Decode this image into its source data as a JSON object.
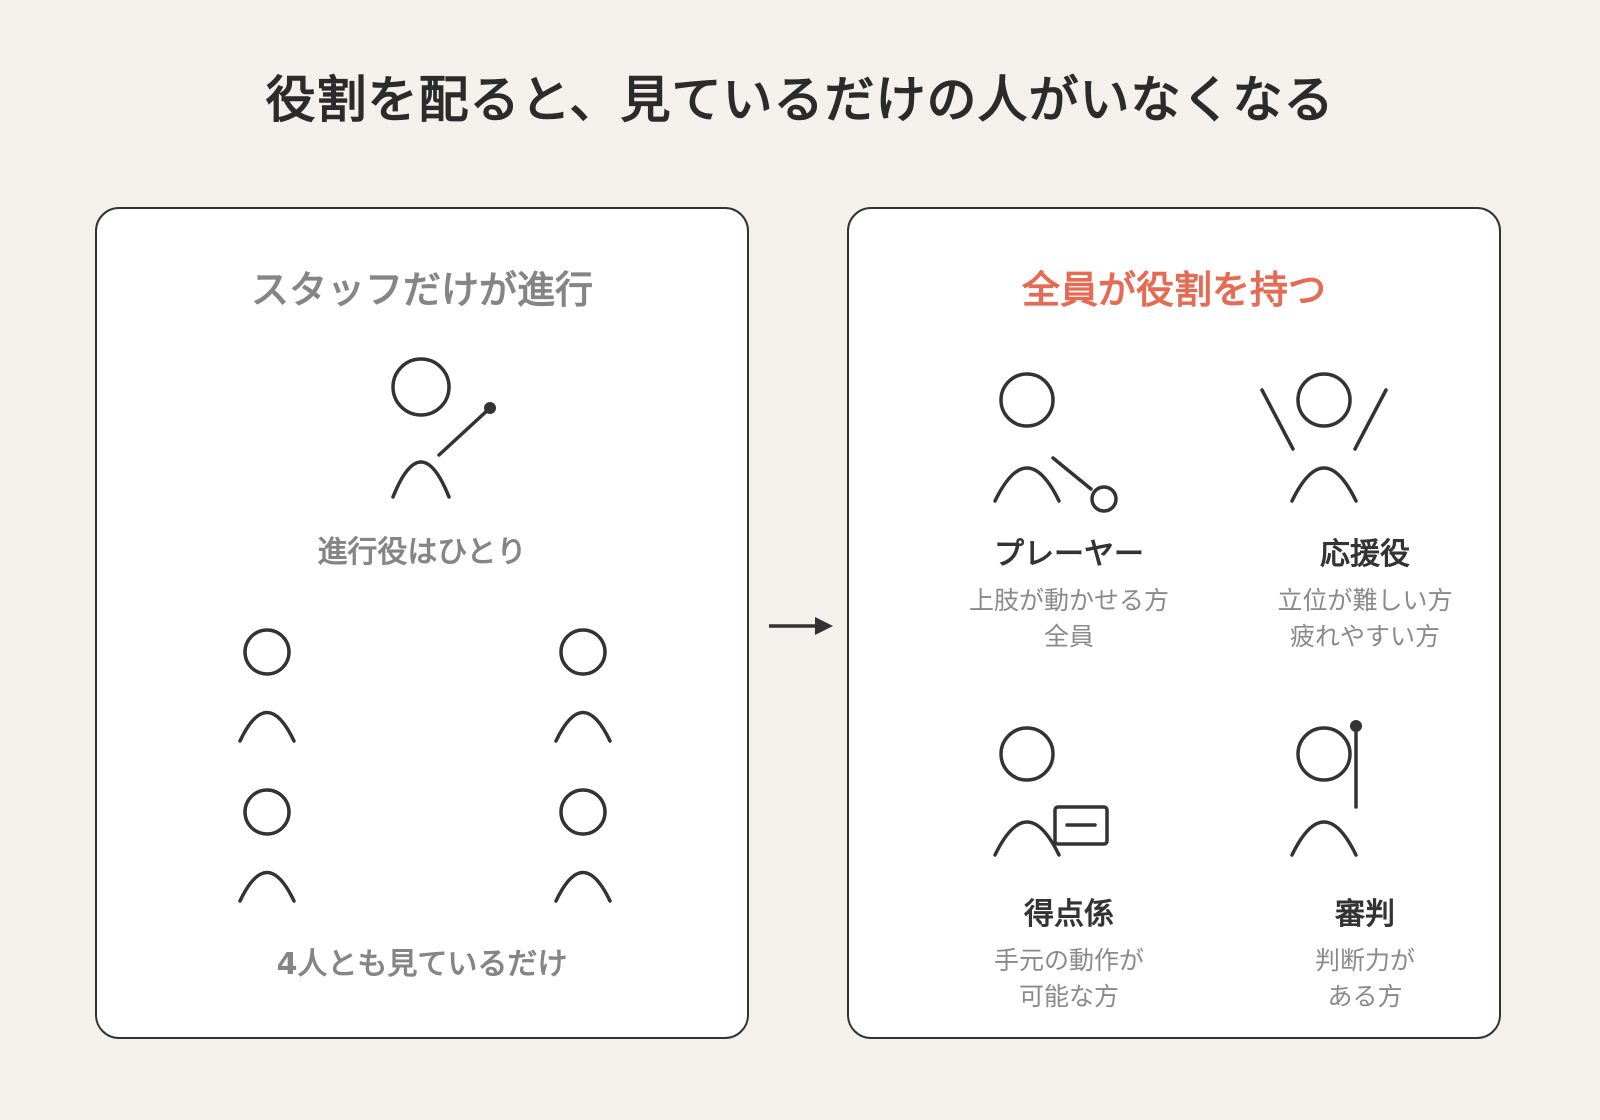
{
  "title": "役割を配ると、見ているだけの人がいなくなる",
  "left": {
    "heading": "スタッフだけが進行",
    "leader_caption": "進行役はひとり",
    "group_caption": "4人とも見ているだけ"
  },
  "right": {
    "heading": "全員が役割を持つ",
    "roles": [
      {
        "name": "プレーヤー",
        "lines": [
          "上肢が動かせる方",
          "全員"
        ]
      },
      {
        "name": "応援役",
        "lines": [
          "立位が難しい方",
          "疲れやすい方"
        ]
      },
      {
        "name": "得点係",
        "lines": [
          "手元の動作が",
          "可能な方"
        ]
      },
      {
        "name": "審判",
        "lines": [
          "判断力が",
          "ある方"
        ]
      }
    ]
  }
}
